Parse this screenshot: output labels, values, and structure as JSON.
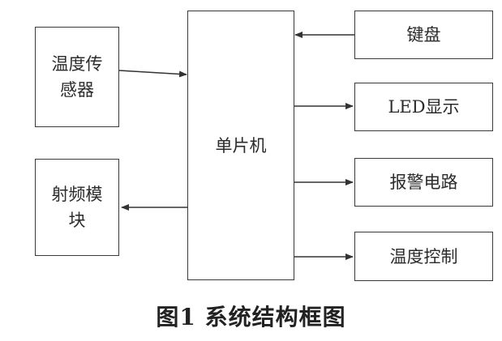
{
  "blocks": {
    "temp_sensor": "温度传感器",
    "rf_module": "射频模块",
    "mcu": "单片机",
    "keyboard": "键盘",
    "led_display": "LED显示",
    "alarm_circuit": "报警电路",
    "temp_control": "温度控制"
  },
  "caption": "图1  系统结构框图"
}
